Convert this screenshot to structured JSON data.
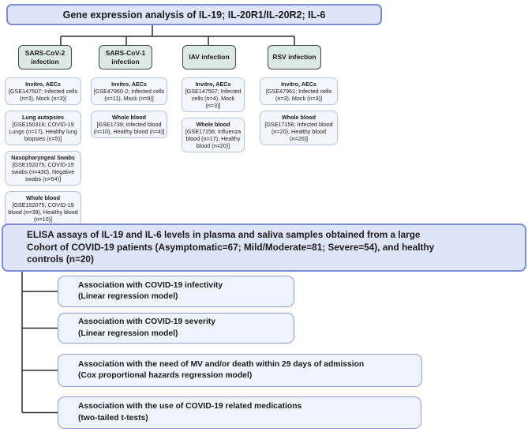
{
  "diagram": {
    "title": "Gene expression analysis of IL-19; IL-20R1/IL-20R2; IL-6",
    "branches": [
      {
        "label": "SARS-CoV-2 infection"
      },
      {
        "label": "SARS-CoV-1 infection"
      },
      {
        "label": "IAV infection"
      },
      {
        "label": "RSV infection"
      }
    ],
    "columns": [
      {
        "boxes": [
          {
            "title": "Invitro, AECs",
            "detail": "[GSE147507; Infected cells (n=3),  Mock (n=3)]"
          },
          {
            "title": "Lung autopsies",
            "detail": "[GSE150316; COVID-19 Lungs (n=17),  Healthy lung biopsies (n=5)]"
          },
          {
            "title": "Nasopharyngeal Swabs",
            "detail": "[GSE152075; COVID-19 swabs (n=430),  Negative swabs (n=54)]"
          },
          {
            "title": "Whole blood",
            "detail": "[GSE152075; COVID-19 blood (n=39),  Healthy blood (n=10)]"
          }
        ]
      },
      {
        "boxes": [
          {
            "title": "Invitro, AECs",
            "detail": "[GSE47960-2; Infected cells (n=11),  Mock (n=9)]"
          },
          {
            "title": "Whole blood",
            "detail": "[GSE1739; infected blood (n=10),  Healthy blood (n=4)]"
          }
        ]
      },
      {
        "boxes": [
          {
            "title": "Invitro, AECs",
            "detail": "[GSE147507; Infected cells (n=4),  Mock (n=3)]"
          },
          {
            "title": "Whole blood",
            "detail": "[GSE17156; Influenza blood (n=17),  Healthy blood (n=20)]"
          }
        ]
      },
      {
        "boxes": [
          {
            "title": "Invitro, AECs",
            "detail": "[GSE47961; Infected cells (n=3),  Mock (n=3)]"
          },
          {
            "title": "Whole blood",
            "detail": "[GSE17156; Infected blood (n=20),  Healthy blood (n=20)]"
          }
        ]
      }
    ],
    "elisa": {
      "lines": [
        "ELISA assays of IL-19 and IL-6 levels in plasma and saliva samples obtained from a large",
        "Cohort of COVID-19 patients (Asymptomatic=67; Mild/Moderate=81; Severe=54), and healthy",
        "controls (n=20)"
      ]
    },
    "analyses": [
      {
        "line1": "Association with COVID-19 infectivity",
        "line2": "(Linear regression model)"
      },
      {
        "line1": "Association with COVID-19 severity",
        "line2": "(Linear regression model)"
      },
      {
        "line1": "Association with the need of MV and/or death within 29 days of admission",
        "line2": "(Cox proportional hazards regression model)"
      },
      {
        "line1": "Association with the use of COVID-19 related medications",
        "line2": "(two-tailed t-tests)"
      }
    ],
    "colors": {
      "lavender_fill": "#dfe5f8",
      "lavender_border": "#7f8cd1",
      "green_fill": "#dde9e3",
      "green_border": "#42484b",
      "subbox_fill": "#f3f6fc",
      "subbox_border": "#b7c4e1",
      "assoc_fill": "#eff3fb",
      "assoc_border": "#8f9dd2",
      "connector_line": "#2b2b2b"
    }
  }
}
